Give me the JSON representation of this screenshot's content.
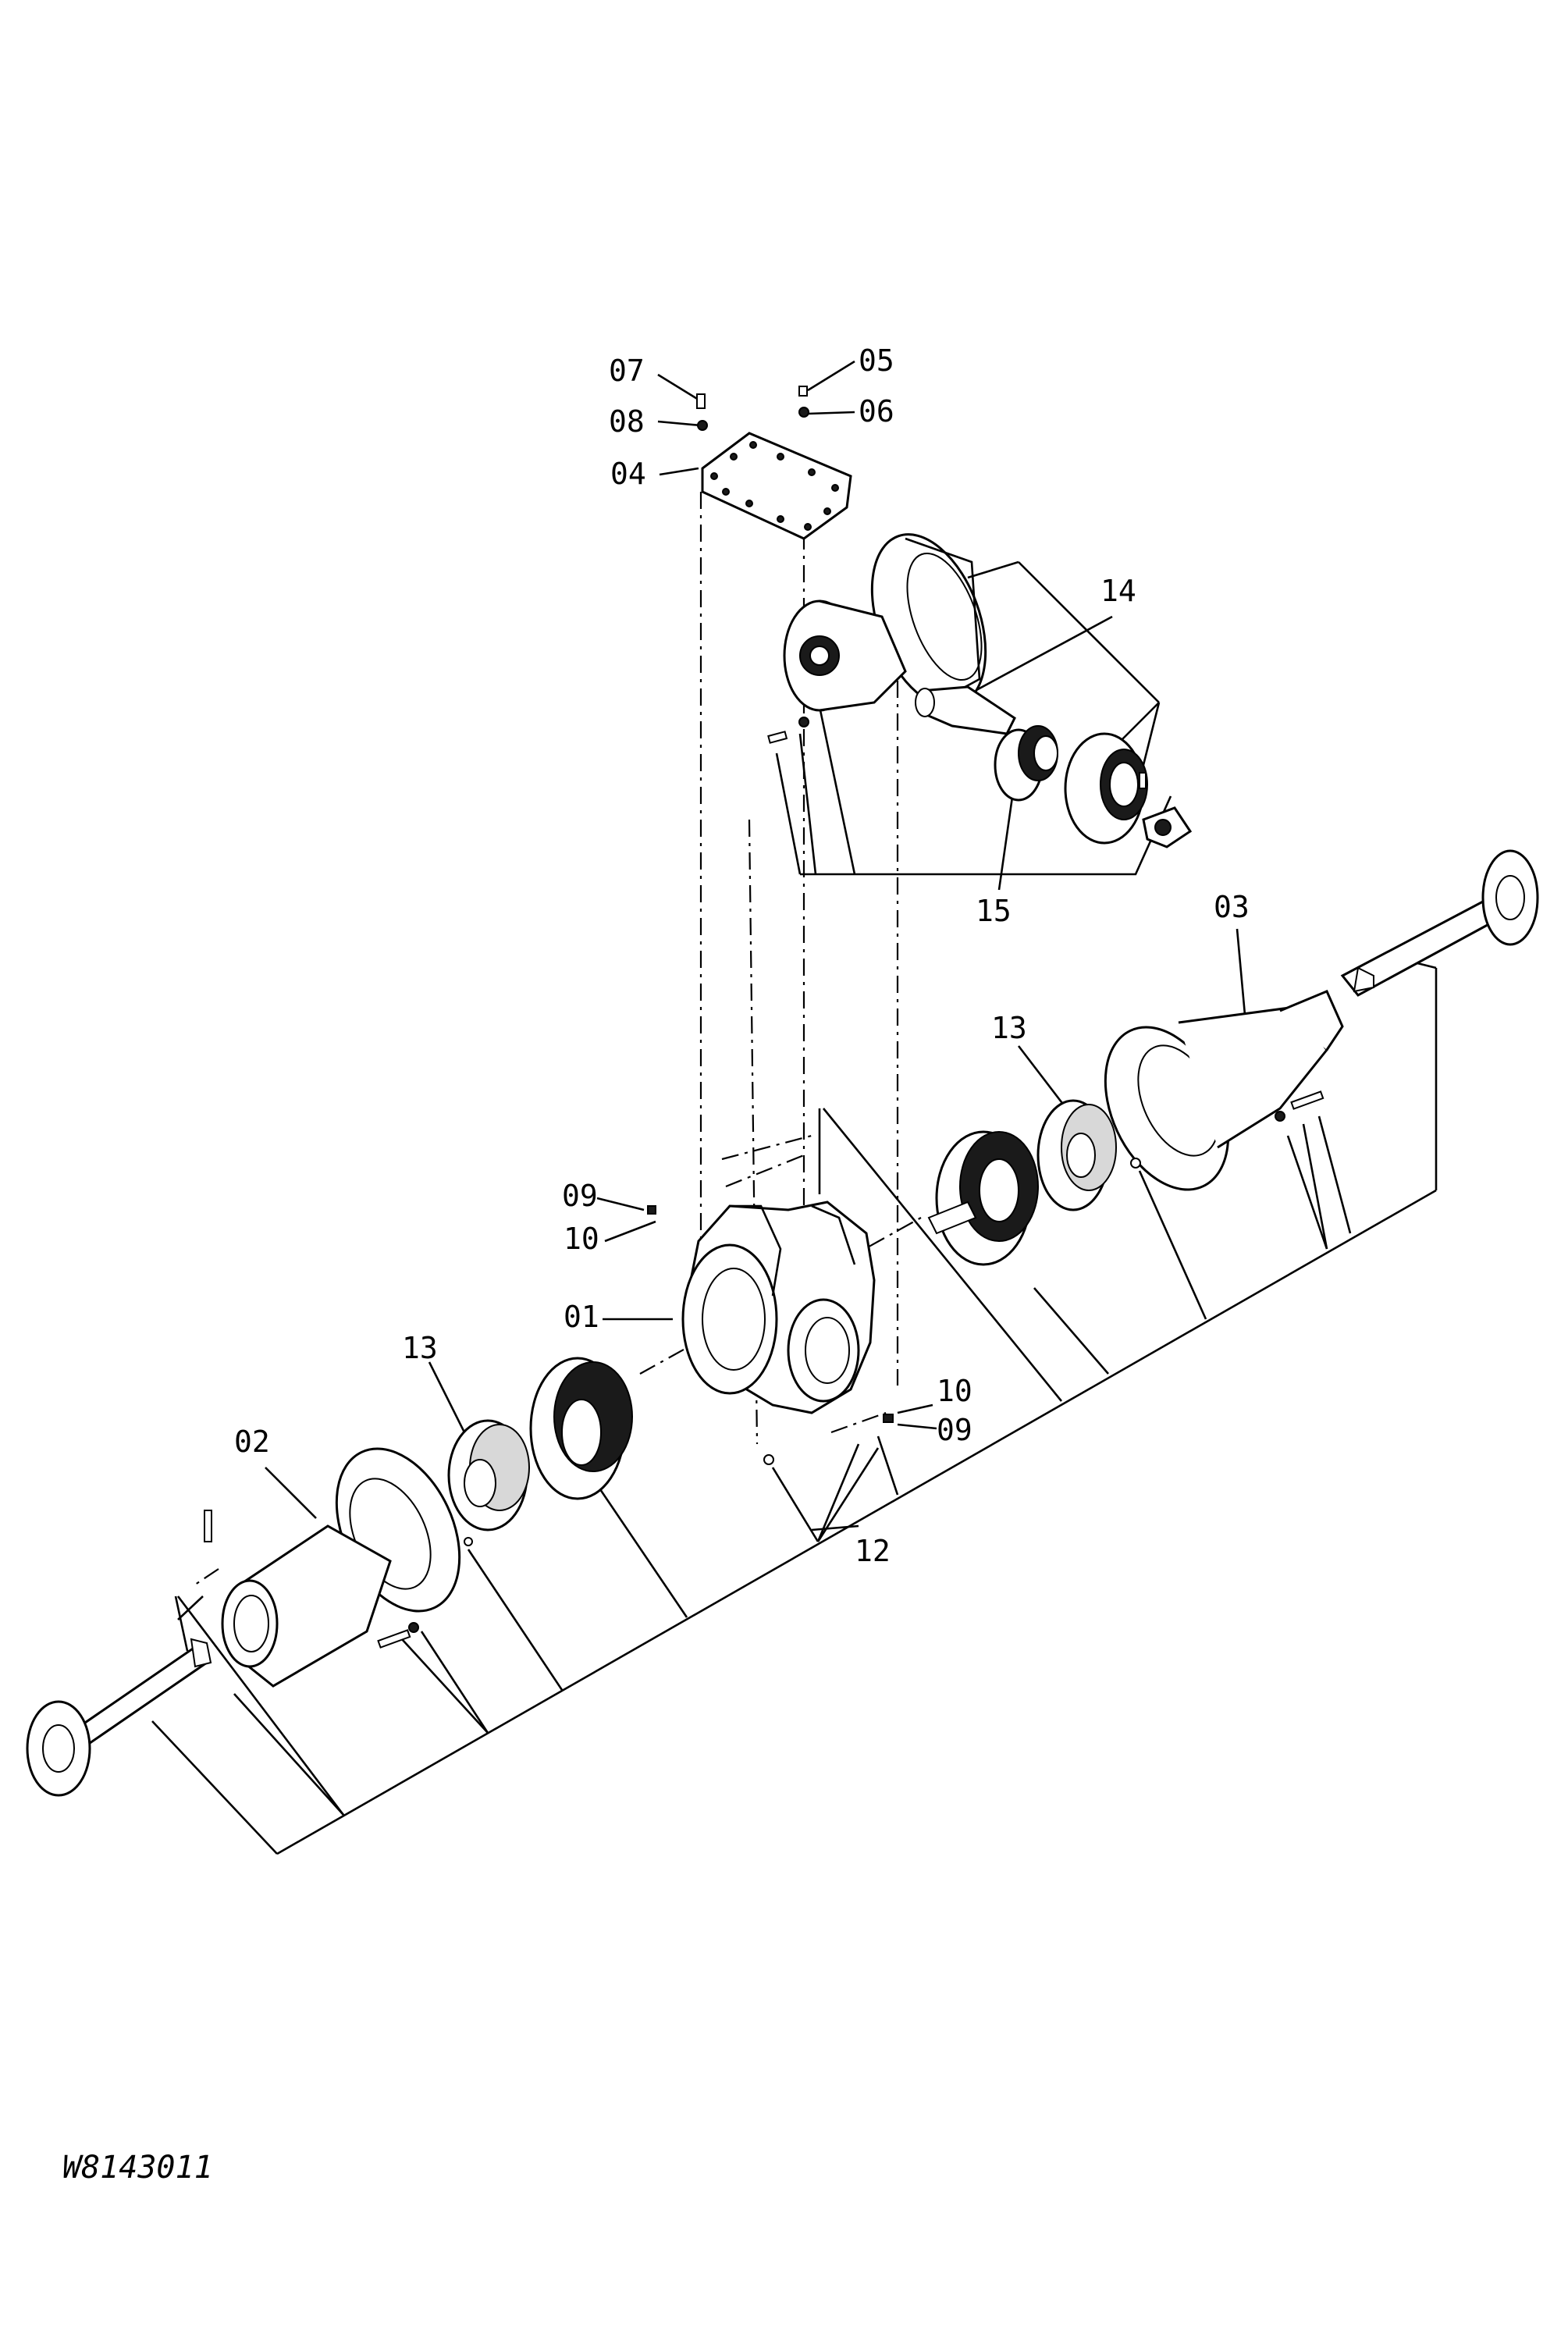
{
  "diagram": {
    "drawing_id": "W8143011",
    "callouts": [
      "01",
      "02",
      "03",
      "04",
      "05",
      "06",
      "07",
      "08",
      "09",
      "10",
      "09",
      "10",
      "12",
      "13",
      "13",
      "14",
      "15"
    ]
  }
}
